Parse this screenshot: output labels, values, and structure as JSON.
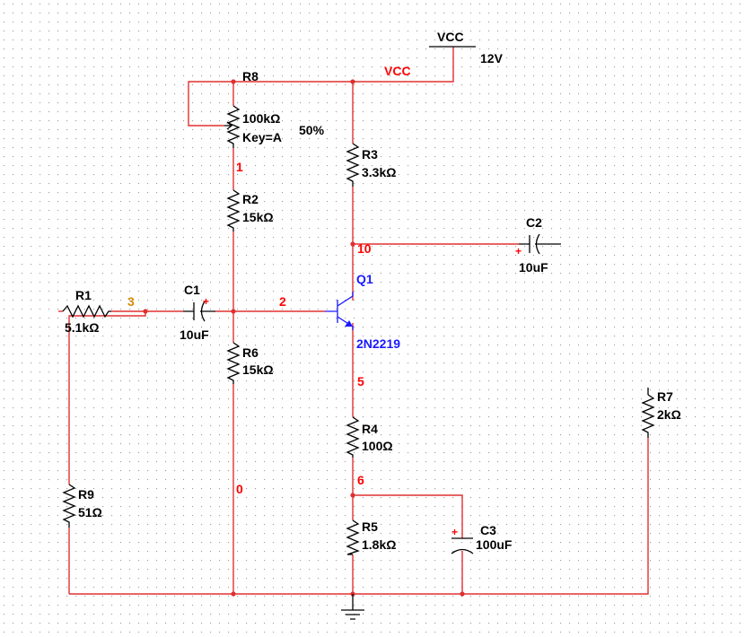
{
  "colors": {
    "background": "#ffffff",
    "grid_dot": "#9a9a9a",
    "wire": "#e03030",
    "component": "#000000",
    "transistor": "#1a1aff",
    "net_label": "#ff0000",
    "component_label": "#000000",
    "input_node_label": "#d88a00"
  },
  "supply": {
    "name": "VCC",
    "voltage": "12V",
    "net_label": "VCC"
  },
  "components": {
    "r1": {
      "ref": "R1",
      "value": "5.1kΩ"
    },
    "r2": {
      "ref": "R2",
      "value": "15kΩ"
    },
    "r3": {
      "ref": "R3",
      "value": "3.3kΩ"
    },
    "r4": {
      "ref": "R4",
      "value": "100Ω"
    },
    "r5": {
      "ref": "R5",
      "value": "1.8kΩ"
    },
    "r6": {
      "ref": "R6",
      "value": "15kΩ"
    },
    "r7": {
      "ref": "R7",
      "value": "2kΩ"
    },
    "r8": {
      "ref": "R8",
      "value": "100kΩ",
      "key": "Key=A",
      "setting": "50%"
    },
    "r9": {
      "ref": "R9",
      "value": "51Ω"
    },
    "c1": {
      "ref": "C1",
      "value": "10uF",
      "polarity": "+"
    },
    "c2": {
      "ref": "C2",
      "value": "10uF",
      "polarity": "+"
    },
    "c3": {
      "ref": "C3",
      "value": "100uF",
      "polarity": "+"
    },
    "q1": {
      "ref": "Q1",
      "model": "2N2219"
    }
  },
  "nets": {
    "n0": "0",
    "n1": "1",
    "n2": "2",
    "n3": "3",
    "n5": "5",
    "n6": "6",
    "n10": "10"
  }
}
